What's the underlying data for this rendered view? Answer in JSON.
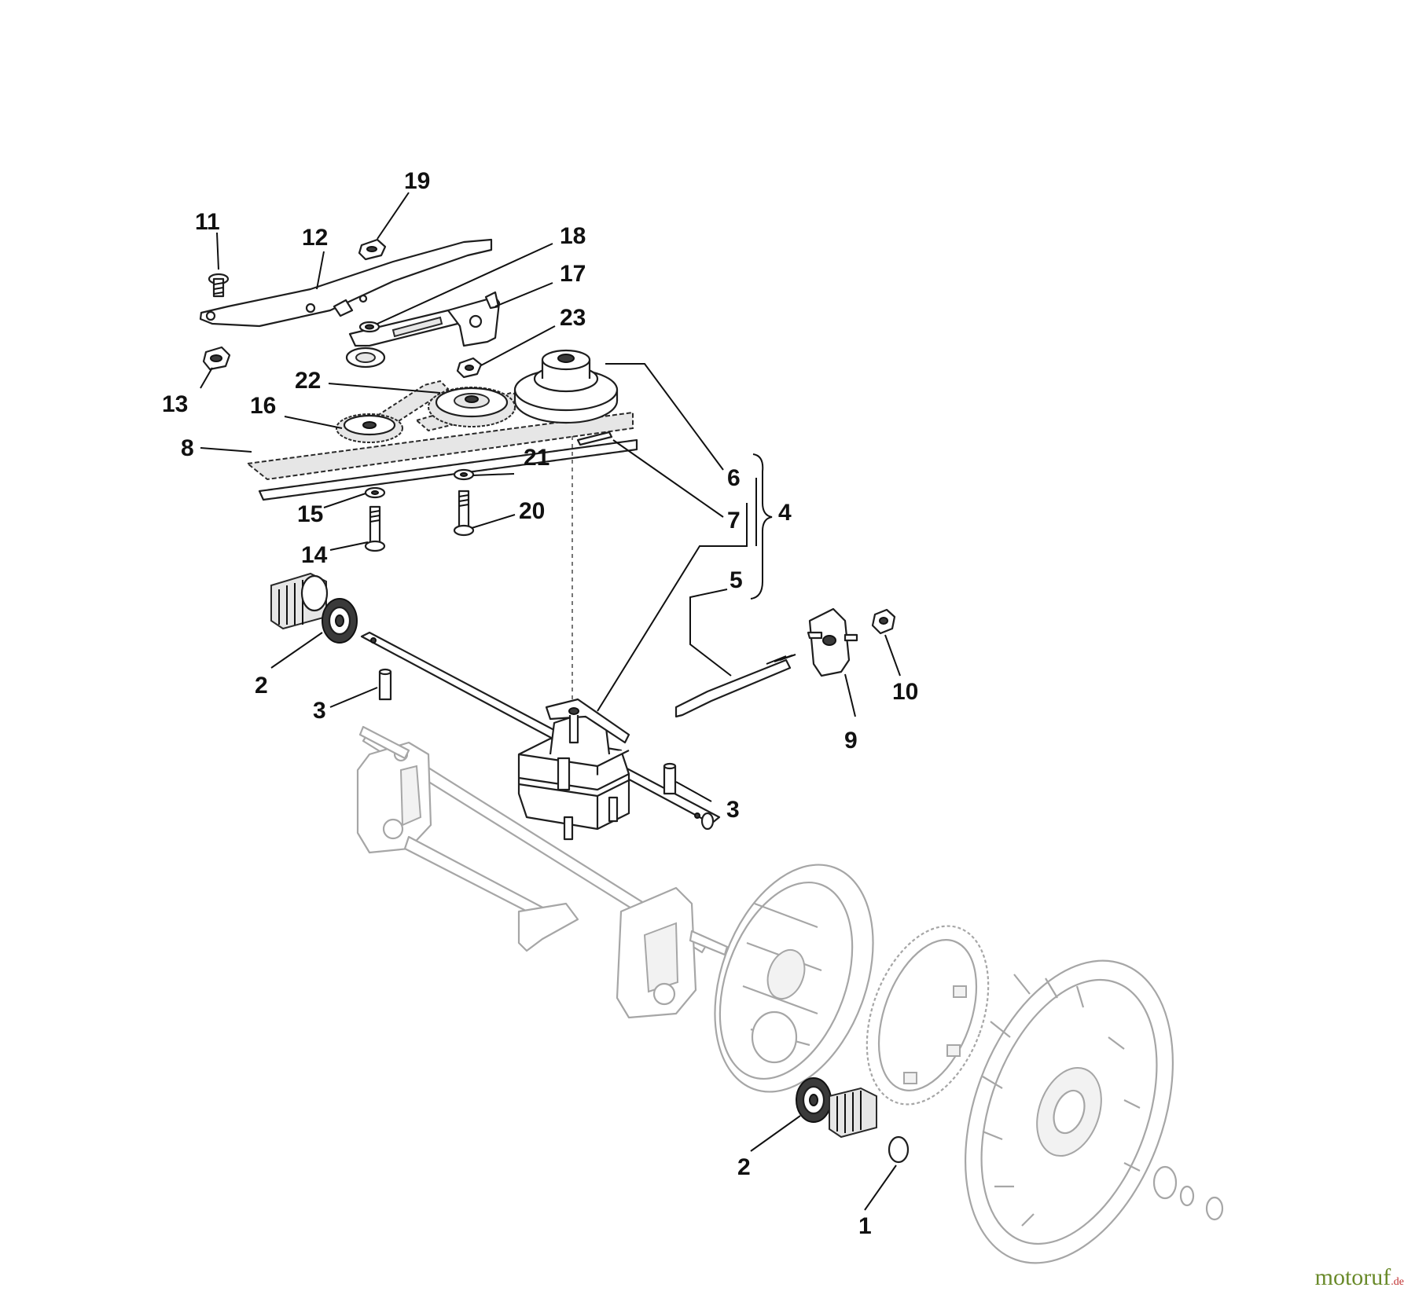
{
  "callouts": [
    {
      "id": "1",
      "text": "1"
    },
    {
      "id": "2a",
      "text": "2"
    },
    {
      "id": "2b",
      "text": "2"
    },
    {
      "id": "3a",
      "text": "3"
    },
    {
      "id": "3b",
      "text": "3"
    },
    {
      "id": "4",
      "text": "4"
    },
    {
      "id": "5",
      "text": "5"
    },
    {
      "id": "6",
      "text": "6"
    },
    {
      "id": "7",
      "text": "7"
    },
    {
      "id": "8",
      "text": "8"
    },
    {
      "id": "9",
      "text": "9"
    },
    {
      "id": "10",
      "text": "10"
    },
    {
      "id": "11",
      "text": "11"
    },
    {
      "id": "12",
      "text": "12"
    },
    {
      "id": "13",
      "text": "13"
    },
    {
      "id": "14",
      "text": "14"
    },
    {
      "id": "15",
      "text": "15"
    },
    {
      "id": "16",
      "text": "16"
    },
    {
      "id": "17",
      "text": "17"
    },
    {
      "id": "18",
      "text": "18"
    },
    {
      "id": "19",
      "text": "19"
    },
    {
      "id": "20",
      "text": "20"
    },
    {
      "id": "21",
      "text": "21"
    },
    {
      "id": "22",
      "text": "22"
    },
    {
      "id": "23",
      "text": "23"
    }
  ],
  "brand": {
    "name": "motoruf",
    "suffix": ".de"
  }
}
